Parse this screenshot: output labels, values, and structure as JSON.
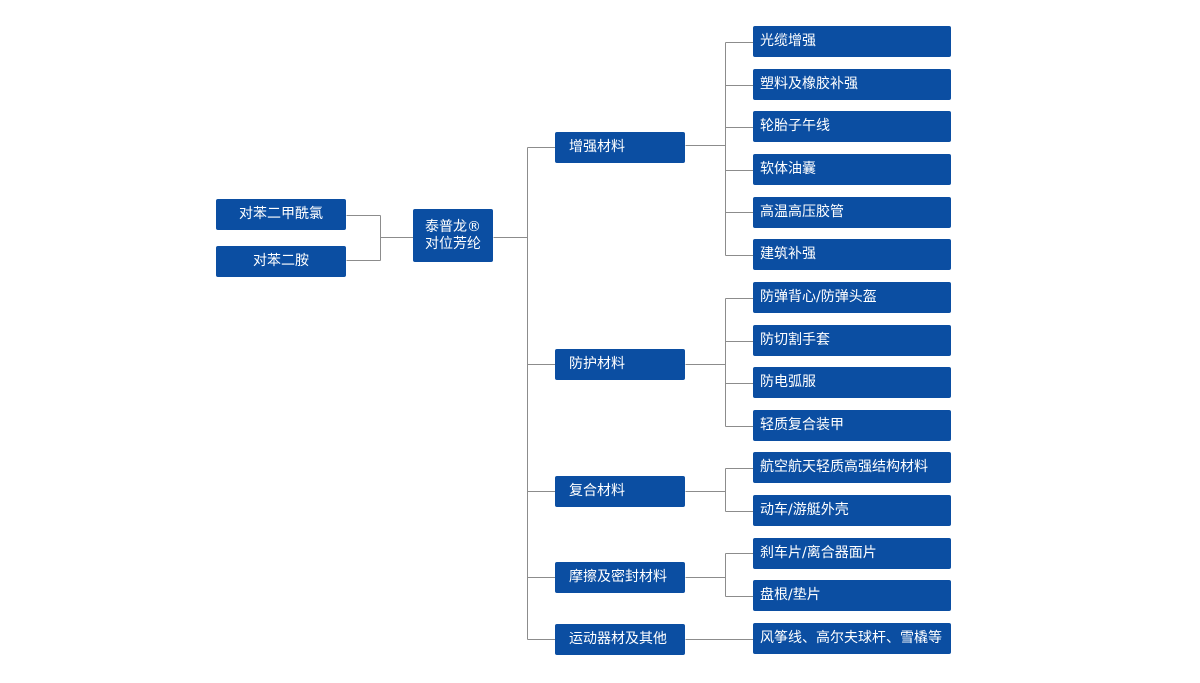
{
  "diagram": {
    "inputs": [
      "对苯二甲酰氯",
      "对苯二胺"
    ],
    "center": {
      "line1": "泰普龙®",
      "line2": "对位芳纶"
    },
    "categories": [
      {
        "label": "增强材料",
        "items": [
          "光缆增强",
          "塑料及橡胶补强",
          "轮胎子午线",
          "软体油囊",
          "高温高压胶管",
          "建筑补强"
        ]
      },
      {
        "label": "防护材料",
        "items": [
          "防弹背心/防弹头盔",
          "防切割手套",
          "防电弧服",
          "轻质复合装甲"
        ]
      },
      {
        "label": "复合材料",
        "items": [
          "航空航天轻质高强结构材料",
          "动车/游艇外壳"
        ]
      },
      {
        "label": "摩擦及密封材料",
        "items": [
          "刹车片/离合器面片",
          "盘根/垫片"
        ]
      },
      {
        "label": "运动器材及其他",
        "items": [
          "风筝线、高尔夫球杆、雪橇等"
        ]
      }
    ],
    "colors": {
      "box": "#0b4ea2",
      "line": "#8c8c8c",
      "text": "#ffffff"
    }
  }
}
